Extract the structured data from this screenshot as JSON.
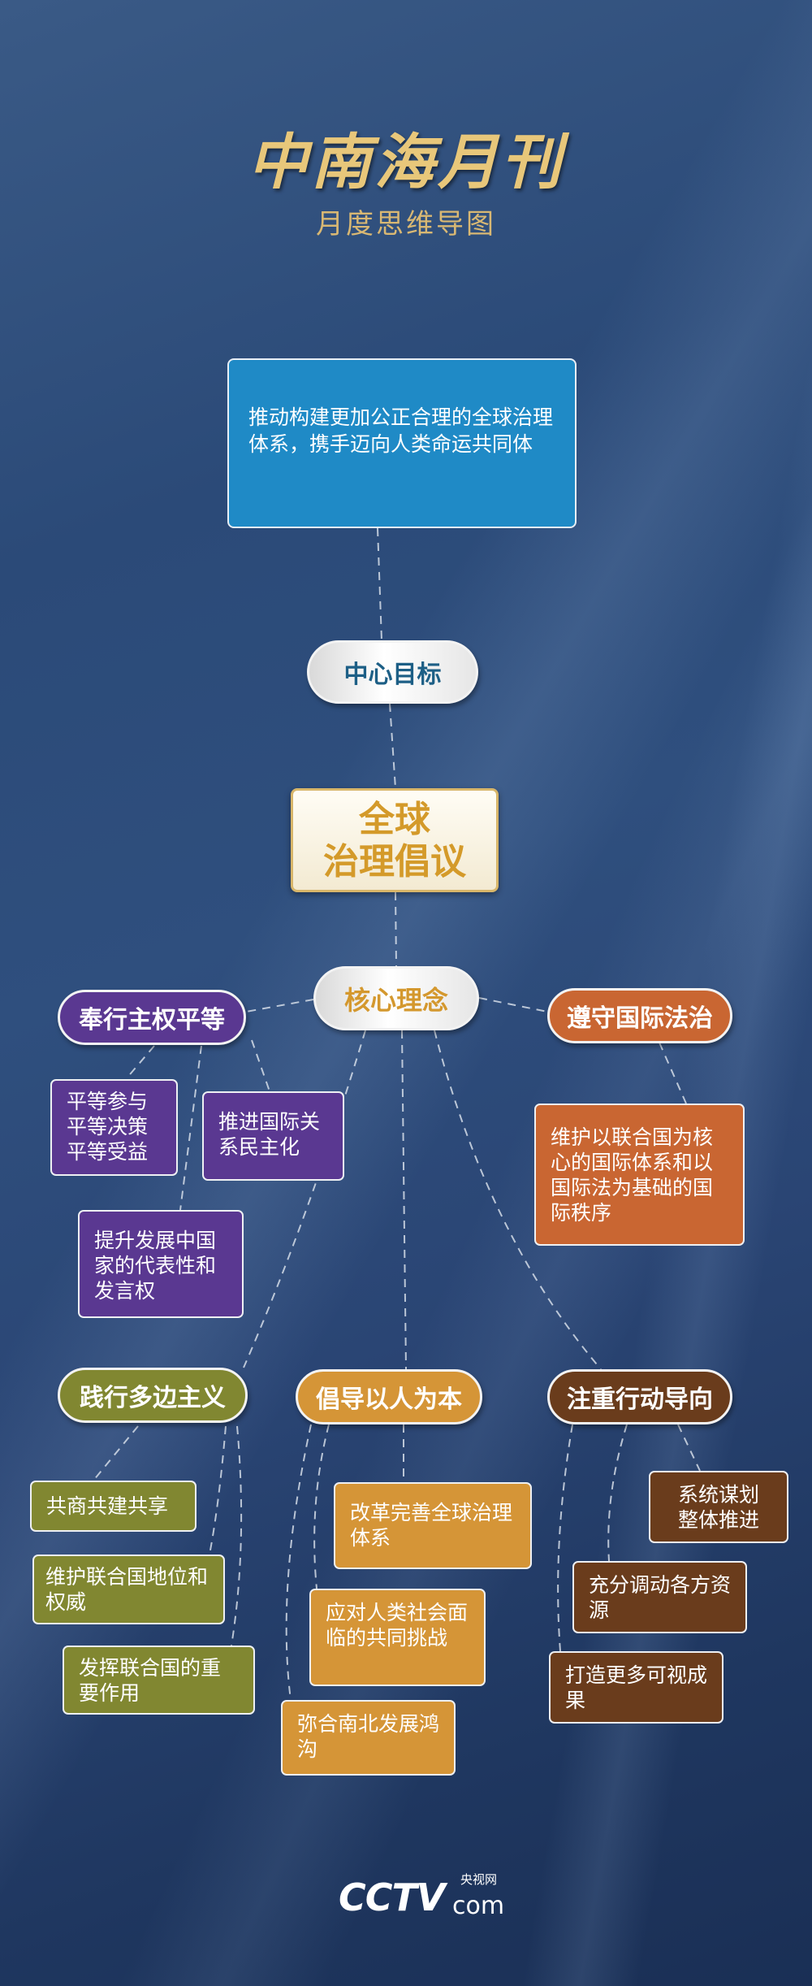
{
  "header": {
    "title": "中南海月刊",
    "subtitle": "月度思维导图"
  },
  "goal": {
    "label": "中心目标",
    "text": "推动构建更加公正合理的全球治理体系，携手迈向人类命运共同体"
  },
  "main_topic": {
    "line1": "全球",
    "line2": "治理倡议"
  },
  "core": {
    "label": "核心理念"
  },
  "branches": [
    {
      "label": "奉行主权平等",
      "color": "#5a3891",
      "items": [
        "平等参与\n平等决策\n平等受益",
        "推进国际关系民主化",
        "提升发展中国家的代表性和发言权"
      ]
    },
    {
      "label": "遵守国际法治",
      "color": "#c96632",
      "items": [
        "维护以联合国为核心的国际体系和以国际法为基础的国际秩序"
      ]
    },
    {
      "label": "践行多边主义",
      "color": "#818731",
      "items": [
        "共商共建共享",
        "维护联合国地位和权威",
        "发挥联合国的重要作用"
      ]
    },
    {
      "label": "倡导以人为本",
      "color": "#d59537",
      "items": [
        "改革完善全球治理体系",
        "应对人类社会面临的共同挑战",
        "弥合南北发展鸿沟"
      ]
    },
    {
      "label": "注重行动导向",
      "color": "#6a3c1c",
      "items": [
        "系统谋划\n整体推进",
        "充分调动各方资源",
        "打造更多可视成果"
      ]
    }
  ],
  "footer": {
    "logo_text": "CCTV.com 央视网"
  }
}
